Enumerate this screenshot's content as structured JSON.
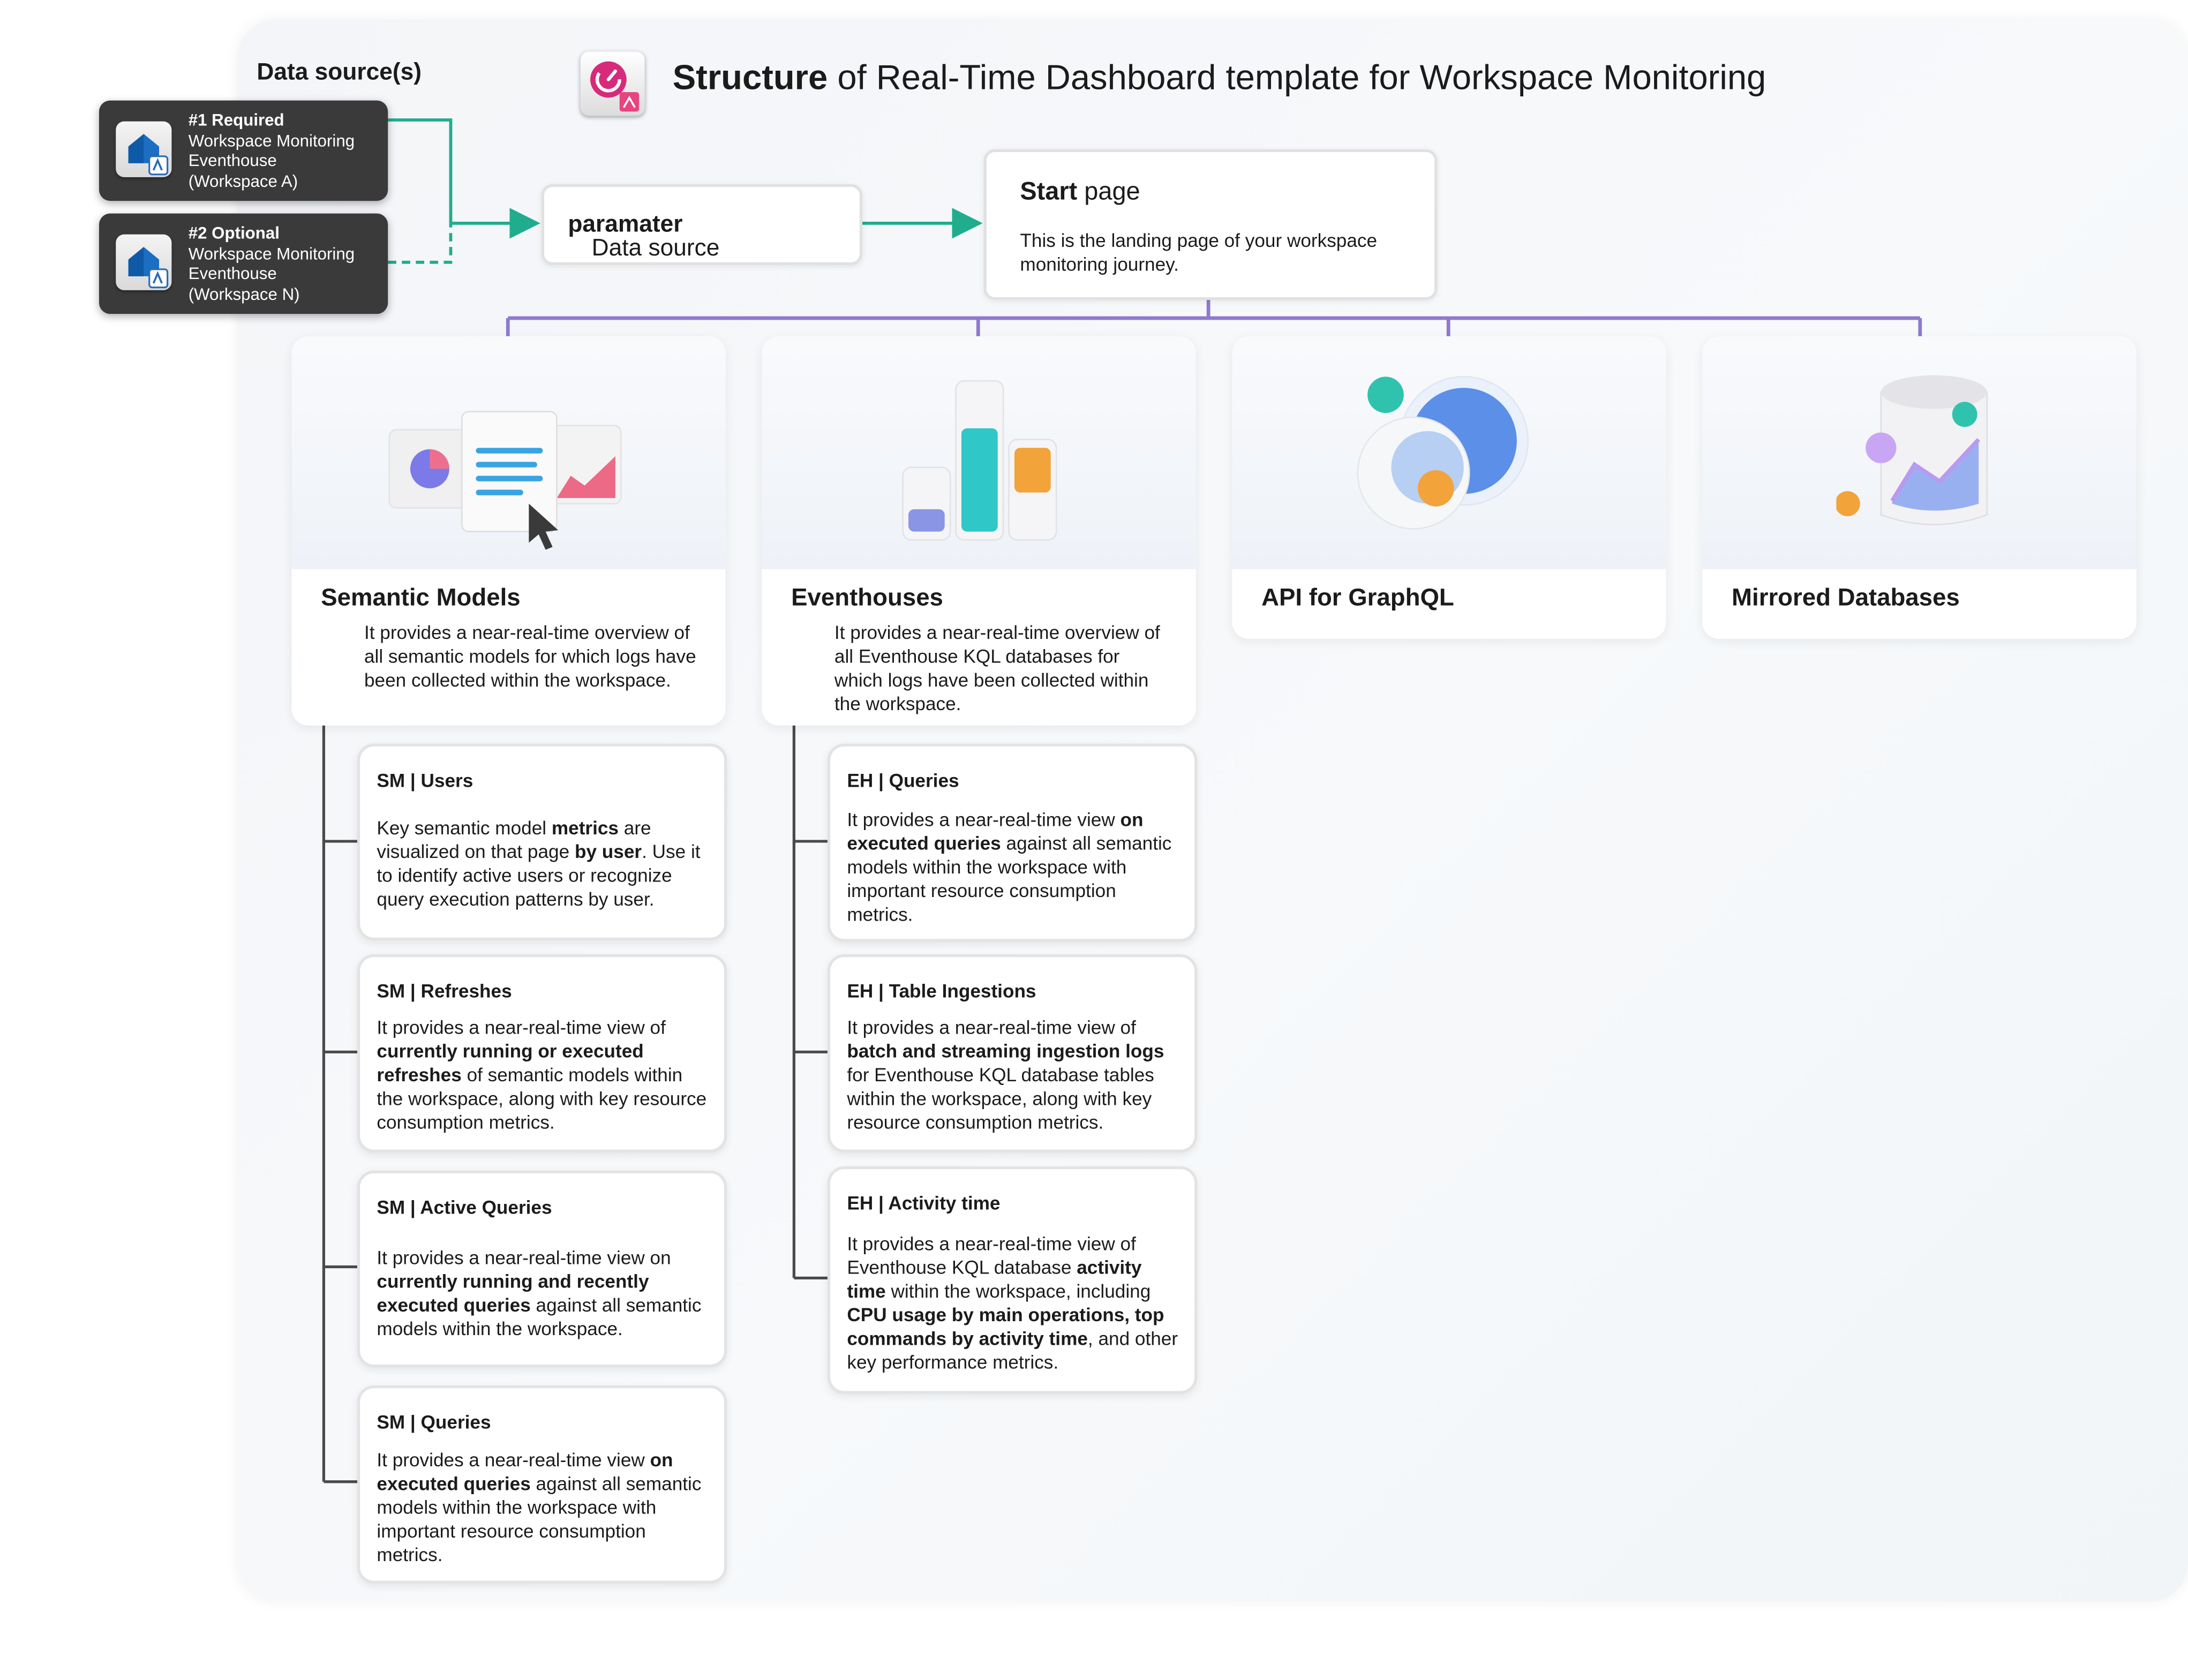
{
  "data_sources": {
    "heading": "Data source(s)",
    "items": [
      {
        "title": "#1 Required",
        "lines": [
          "Workspace Monitoring",
          "Eventhouse",
          "(Workspace A)"
        ]
      },
      {
        "title": "#2 Optional",
        "lines": [
          "Workspace Monitoring",
          "Eventhouse",
          "(Workspace N)"
        ]
      }
    ]
  },
  "title": {
    "bold": "Structure",
    "rest": " of Real-Time Dashboard template for Workspace Monitoring"
  },
  "data_source_parameter": {
    "text": "Data source ",
    "bold": "paramater"
  },
  "start_page": {
    "bold": "Start",
    "rest": " page",
    "description": "This is the landing page of your workspace monitoring journey."
  },
  "categories": [
    {
      "title": "Semantic Models",
      "description": "It provides a near-real-time overview of all semantic models for which logs have been collected within the workspace."
    },
    {
      "title": "Eventhouses",
      "description": "It provides a near-real-time overview of all Eventhouse KQL databases for which logs have been collected within the workspace."
    },
    {
      "title": "API for GraphQL",
      "description": ""
    },
    {
      "title": "Mirrored Databases",
      "description": ""
    }
  ],
  "semantic_model_pages": [
    {
      "title": "SM | Users",
      "parts": [
        {
          "t": "Key semantic model "
        },
        {
          "t": "metrics",
          "b": true
        },
        {
          "t": " are visualized on that page "
        },
        {
          "t": "by user",
          "b": true
        },
        {
          "t": ". Use it to identify active users or recognize query execution patterns by user."
        }
      ]
    },
    {
      "title": "SM | Refreshes",
      "parts": [
        {
          "t": "It provides a near-real-time view of "
        },
        {
          "t": "currently running or executed refreshes",
          "b": true
        },
        {
          "t": " of semantic models within the workspace, along with key resource consumption metrics."
        }
      ]
    },
    {
      "title": "SM | Active Queries",
      "parts": [
        {
          "t": "It provides a near-real-time view on "
        },
        {
          "t": "currently running and recently executed queries",
          "b": true
        },
        {
          "t": " against all semantic models within the workspace."
        }
      ]
    },
    {
      "title": "SM | Queries",
      "parts": [
        {
          "t": "It provides a near-real-time view "
        },
        {
          "t": "on executed queries",
          "b": true
        },
        {
          "t": " against all semantic models within the workspace with important resource consumption metrics."
        }
      ]
    }
  ],
  "eventhouse_pages": [
    {
      "title": "EH | Queries",
      "parts": [
        {
          "t": "It provides a near-real-time view "
        },
        {
          "t": "on executed queries",
          "b": true
        },
        {
          "t": " against all semantic models within the workspace with important resource consumption metrics."
        }
      ]
    },
    {
      "title": "EH | Table Ingestions",
      "parts": [
        {
          "t": "It provides a near-real-time view of "
        },
        {
          "t": "batch and streaming ingestion logs",
          "b": true
        },
        {
          "t": " for Eventhouse KQL database tables within the workspace, along with key resource consumption metrics."
        }
      ]
    },
    {
      "title": "EH | Activity time",
      "parts": [
        {
          "t": "It provides a near-real-time view of Eventhouse KQL database "
        },
        {
          "t": "activity time",
          "b": true
        },
        {
          "t": " within the workspace, including "
        },
        {
          "t": "CPU usage by main operations, top commands by activity time",
          "b": true
        },
        {
          "t": ", and other key performance metrics."
        }
      ]
    }
  ],
  "colors": {
    "teal_connector": "#1fad8e",
    "purple_connector": "#8e79cf",
    "tree_line": "#4a4a4a",
    "dark_box": "#3a3a3a"
  },
  "icons": [
    "eventhouse-icon",
    "real-time-dashboard-icon",
    "report-icon",
    "bar-chart-icon",
    "graphql-icon",
    "mirrored-database-icon"
  ]
}
